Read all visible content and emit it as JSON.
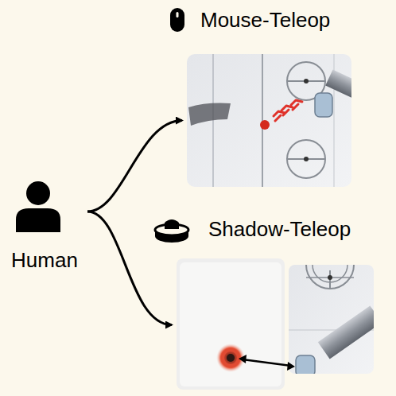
{
  "diagram": {
    "nodes": [
      {
        "text": [
          "Human"
        ]
      },
      {
        "text": [
          "Mouse-Teleop"
        ]
      },
      {
        "text": [
          "Shadow-Teleop"
        ]
      }
    ],
    "edges": [
      {
        "from": 0,
        "to": 1,
        "arrow": "to"
      },
      {
        "from": 0,
        "to": 2,
        "arrow": "to"
      }
    ]
  }
}
